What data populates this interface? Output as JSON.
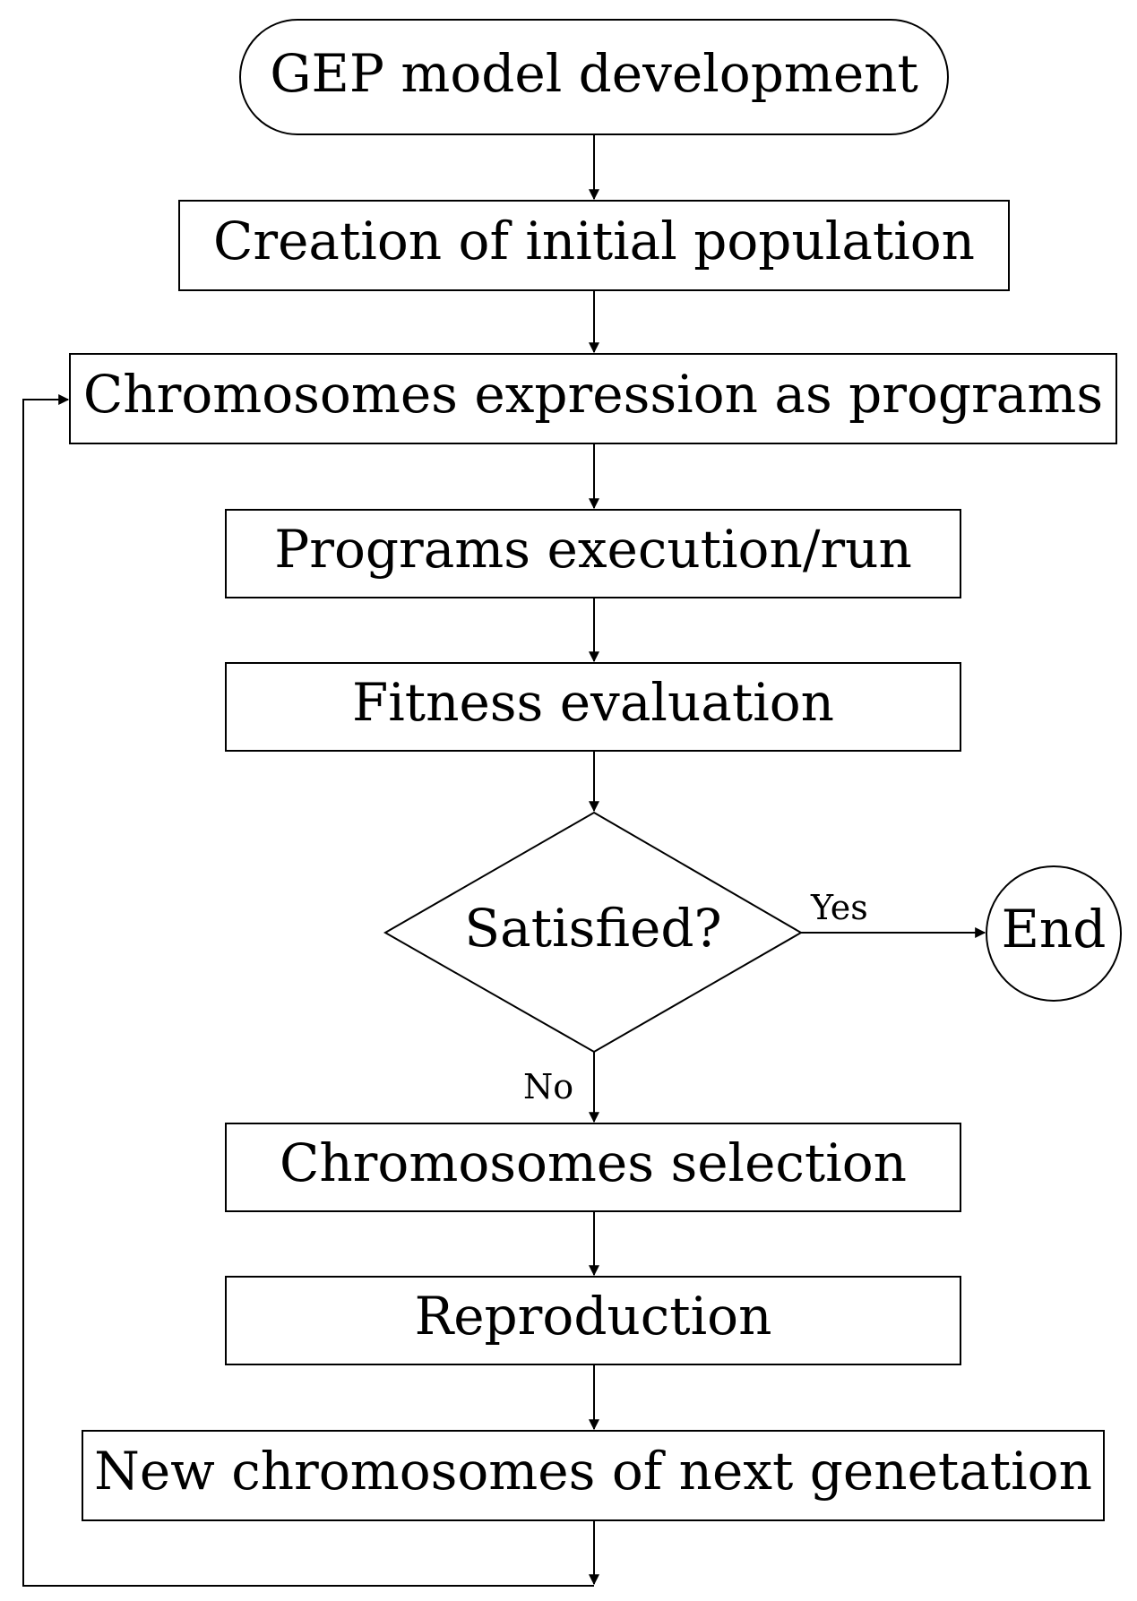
{
  "nodes": {
    "start": "GEP model development",
    "create": "Creation of initial population",
    "express": "Chromosomes expression as programs",
    "execute": "Programs execution/run",
    "fitness": "Fitness evaluation",
    "decision": "Satisfied?",
    "end": "End",
    "select": "Chromosomes selection",
    "reproduce": "Reproduction",
    "newgen": "New chromosomes of next genetation"
  },
  "edges": {
    "yes_label": "Yes",
    "no_label": "No"
  },
  "colors": {
    "stroke": "#000000",
    "fill": "#ffffff",
    "text": "#000000"
  }
}
